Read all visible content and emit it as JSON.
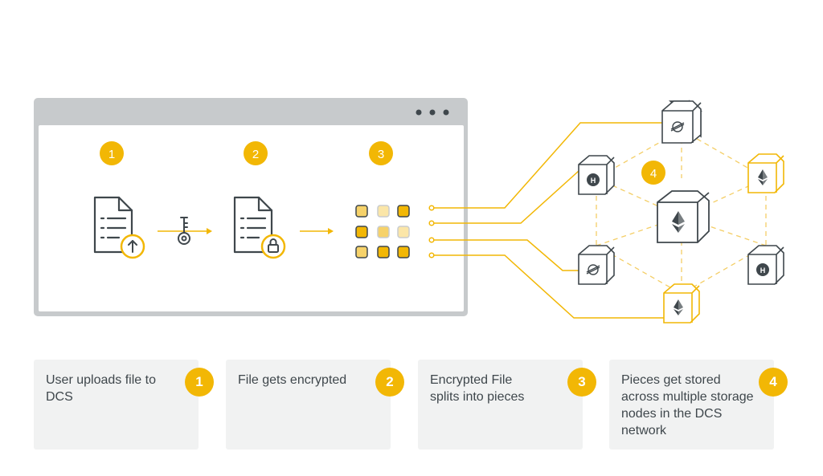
{
  "colors": {
    "accent": "#F2B705",
    "accent_light": "#F6D26A",
    "accent_pale": "#FBE6A8",
    "window_frame": "#C7CACC",
    "dark": "#3F474C",
    "card_bg": "#F1F2F2",
    "dashed": "#F4CE66"
  },
  "window": {
    "controls": [
      "dot",
      "dot",
      "dot"
    ]
  },
  "steps": [
    {
      "number": "1",
      "icon": "document-upload-icon"
    },
    {
      "number": "2",
      "icon": "document-lock-icon"
    },
    {
      "number": "3",
      "icon": "pieces-grid-icon"
    }
  ],
  "network": {
    "number": "4",
    "nodes": [
      {
        "icon": "stellar-icon"
      },
      {
        "icon": "hedera-icon"
      },
      {
        "icon": "ethereum-icon"
      },
      {
        "icon": "ethereum-icon"
      },
      {
        "icon": "stellar-icon"
      },
      {
        "icon": "hedera-icon"
      },
      {
        "icon": "ethereum-icon"
      }
    ]
  },
  "cards": [
    {
      "number": "1",
      "text": "User uploads file to DCS"
    },
    {
      "number": "2",
      "text": "File gets encrypted"
    },
    {
      "number": "3",
      "text": "Encrypted File splits into pieces"
    },
    {
      "number": "4",
      "text": "Pieces get stored across multiple storage nodes in the DCS network"
    }
  ]
}
